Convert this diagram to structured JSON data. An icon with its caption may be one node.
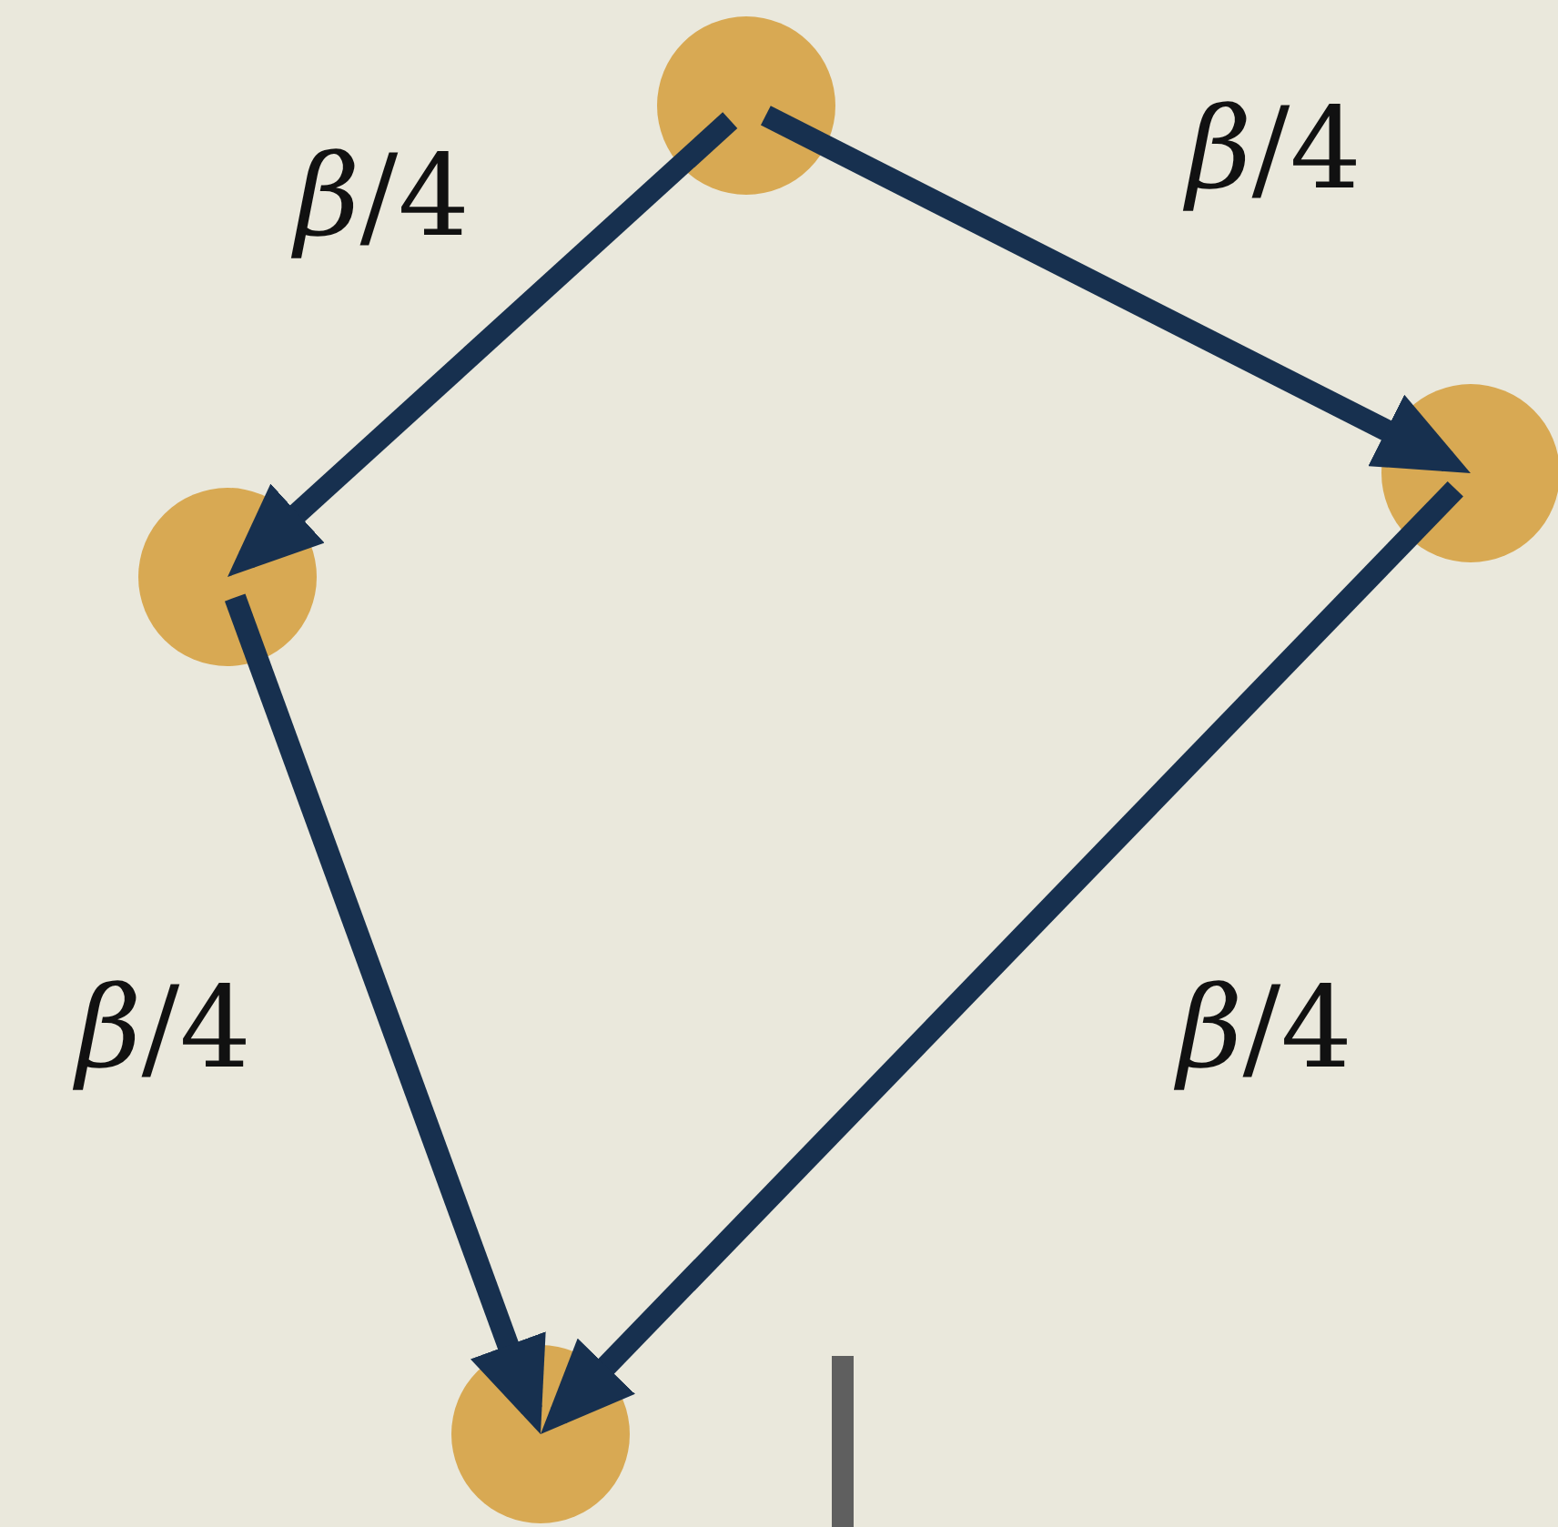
{
  "diagram": {
    "nodes": [
      {
        "text": [],
        "shape": "circle"
      },
      {
        "text": [],
        "shape": "circle"
      },
      {
        "text": [],
        "shape": "circle"
      },
      {
        "text": [],
        "shape": "circle"
      }
    ],
    "edges": [
      {
        "from": 0,
        "to": 2,
        "arrow": "to",
        "label": "*β*/4"
      },
      {
        "from": 0,
        "to": 1,
        "arrow": "to",
        "label": "*β*/4"
      },
      {
        "from": 2,
        "to": 3,
        "arrow": "to",
        "label": "*β*/4"
      },
      {
        "from": 1,
        "to": 3,
        "arrow": "to",
        "label": "*β*/4"
      }
    ]
  }
}
